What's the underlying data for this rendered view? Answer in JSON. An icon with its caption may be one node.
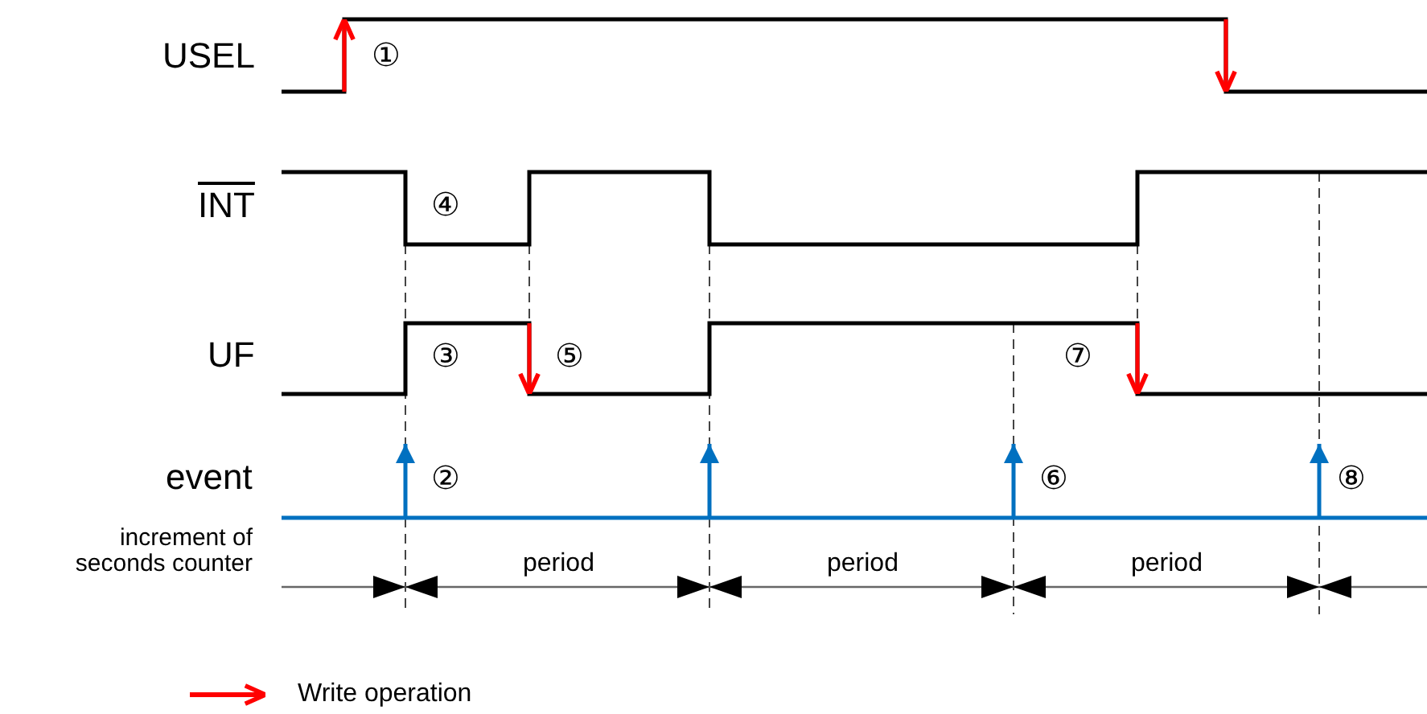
{
  "diagram": {
    "labels": [
      "USEL",
      "①",
      "INT",
      "④",
      "UF",
      "③",
      "⑤",
      "⑦",
      "event",
      "②",
      "⑥",
      "⑧",
      "increment of seconds counter",
      "period",
      "period",
      "period"
    ],
    "legend": [
      {
        "text": "Write operation"
      }
    ]
  }
}
